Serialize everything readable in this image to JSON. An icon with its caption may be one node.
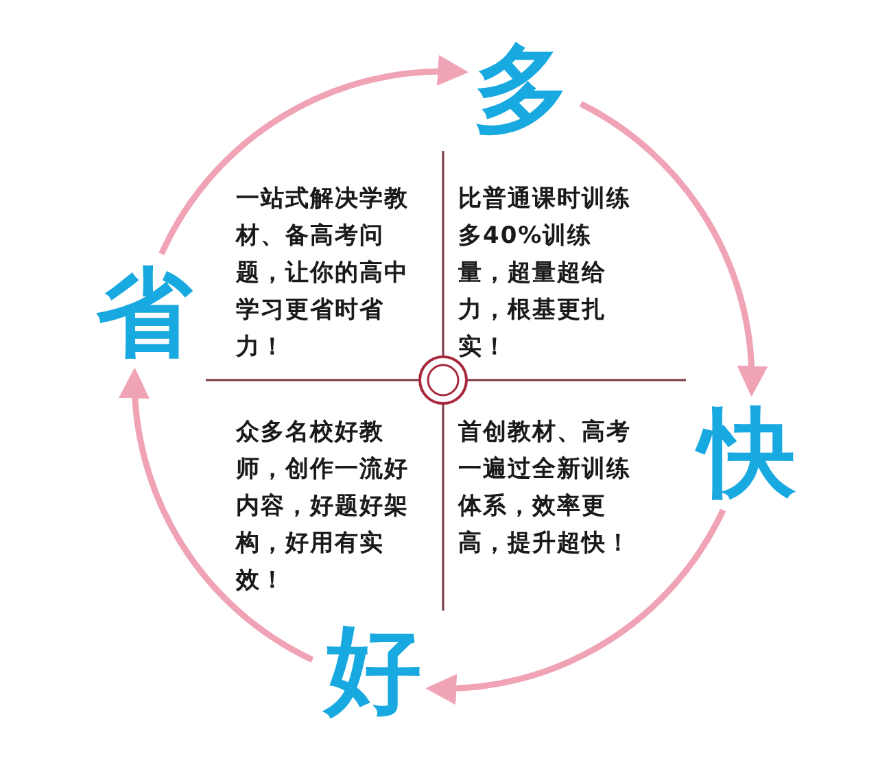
{
  "diagram": {
    "nodes": [
      {
        "text": [
          "省"
        ]
      },
      {
        "text": [
          "多"
        ]
      },
      {
        "text": [
          "快"
        ]
      },
      {
        "text": [
          "好"
        ]
      }
    ],
    "edges": [
      {
        "from": 0,
        "to": 1,
        "arrow": "to"
      },
      {
        "from": 1,
        "to": 2,
        "arrow": "to"
      },
      {
        "from": 2,
        "to": 3,
        "arrow": "to"
      },
      {
        "from": 3,
        "to": 0,
        "arrow": "to"
      }
    ],
    "labels": [
      "一站式解决学教材、备高考问题，让你的高中学习更省时省力！",
      "比普通课时训练多40%训练量，超量超给力，根基更扎实！",
      "众多名校好教师，创作一流好内容，好题好架构，好用有实效！",
      "首创教材、高考一遍过全新训练体系，效率更高，提升超快！"
    ]
  }
}
